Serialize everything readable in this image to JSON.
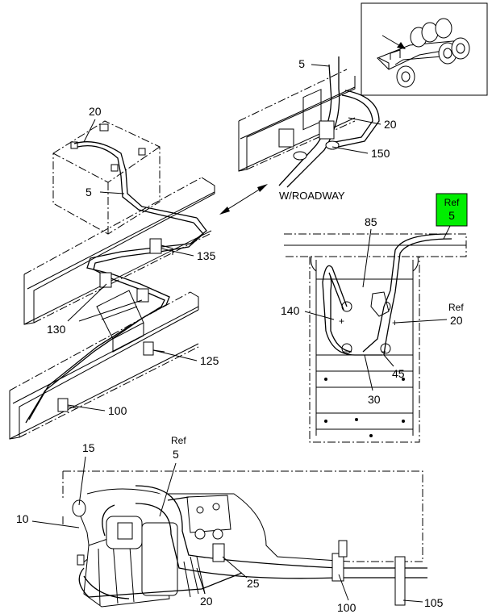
{
  "highlight": {
    "ref_label": "Ref",
    "ref_value": "5",
    "color": "#00ee00"
  },
  "inset_note": "W/ROADWAY",
  "callouts": {
    "c5_top": "5",
    "c20_top_right": "20",
    "c150": "150",
    "c20_battery": "20",
    "c5_battery": "5",
    "c135": "135",
    "c130": "130",
    "c125": "125",
    "c100_frame": "100",
    "c85": "85",
    "c140": "140",
    "ref20_label": "Ref",
    "ref20_value": "20",
    "c45": "45",
    "c30": "30",
    "c15": "15",
    "ref5_label": "Ref",
    "ref5_value": "5",
    "c10": "10",
    "c25": "25",
    "c20_bottom": "20",
    "c100_bottom": "100",
    "c105": "105"
  },
  "icons": [
    "truck-location-icon",
    "double-arrow-icon"
  ]
}
